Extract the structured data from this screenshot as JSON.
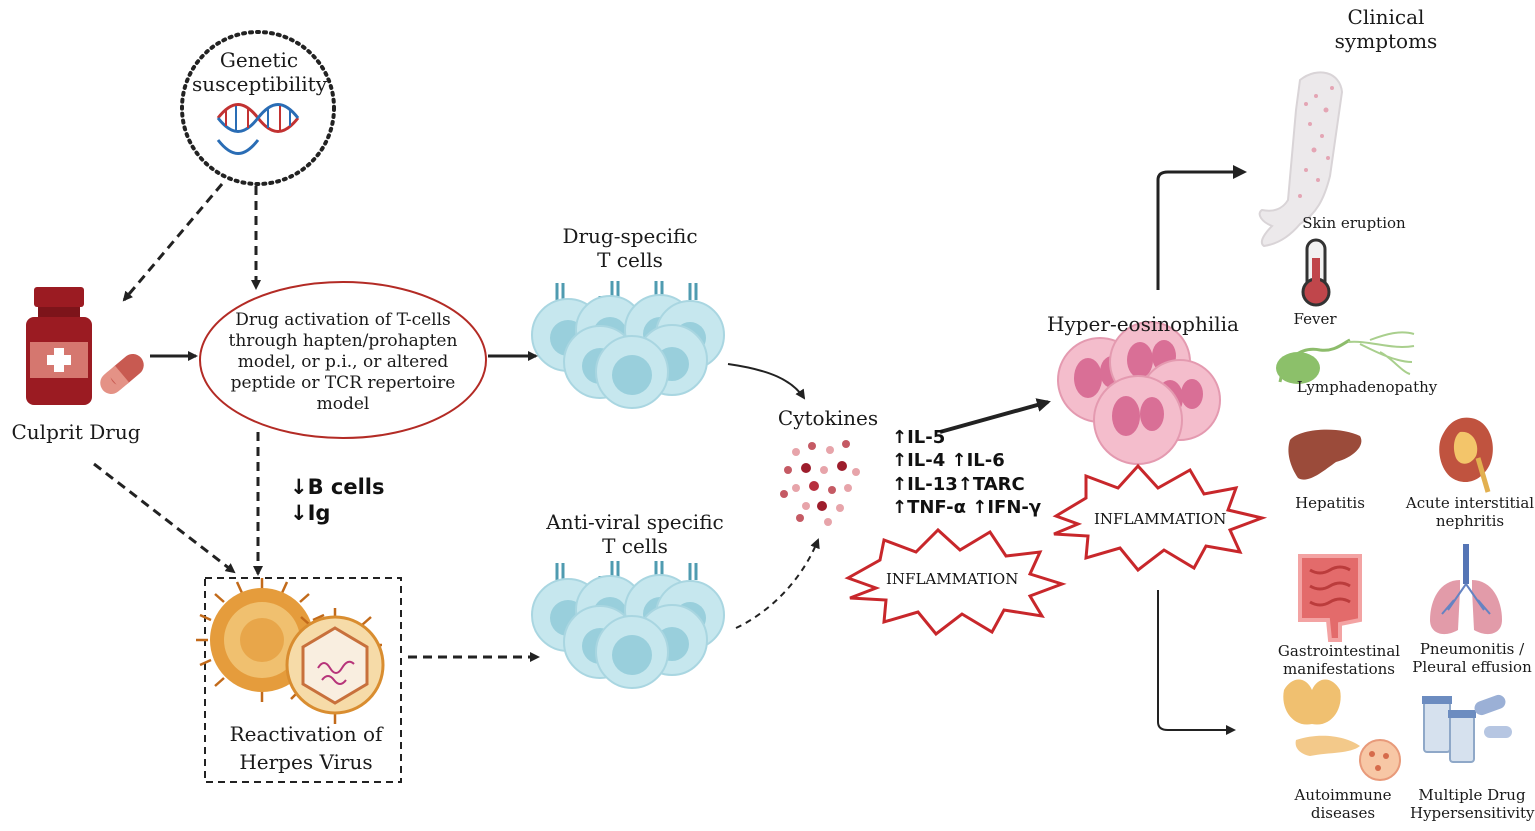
{
  "genetic": {
    "label": "Genetic susceptibility",
    "line1": "Genetic",
    "line2": "susceptibility"
  },
  "culprit": {
    "label": "Culprit Drug"
  },
  "activation": {
    "lines": [
      "Drug activation of T-cells",
      "through hapten/prohapten",
      "model, or p.i., or altered",
      "peptide or TCR repertoire",
      "model"
    ]
  },
  "bcells": {
    "line1": "↓B cells",
    "line2": "↓Ig"
  },
  "herpes": {
    "line1": "Reactivation of",
    "line2": "Herpes Virus"
  },
  "drug_tcells": {
    "line1": "Drug-specific",
    "line2": "T cells"
  },
  "antiviral_tcells": {
    "line1": "Anti-viral specific",
    "line2": "T cells"
  },
  "cytokines": {
    "title": "Cytokines",
    "lines": [
      "↑IL-5",
      "↑IL-4 ↑IL-6",
      "↑IL-13↑TARC",
      "↑TNF-α ↑IFN-γ"
    ]
  },
  "inflammation": {
    "label": "INFLAMMATION"
  },
  "eosinophilia": {
    "label": "Hyper-eosinophilia"
  },
  "clinical": {
    "title_line1": "Clinical",
    "title_line2": "symptoms",
    "skin": "Skin eruption",
    "fever": "Fever",
    "lymph": "Lymphadenopathy",
    "hepatitis": "Hepatitis",
    "nephritis_line1": "Acute interstitial",
    "nephritis_line2": "nephritis",
    "gi_line1": "Gastrointestinal",
    "gi_line2": "manifestations",
    "pneum_line1": "Pneumonitis /",
    "pneum_line2": "Pleural effusion",
    "autoimmune_line1": "Autoimmune",
    "autoimmune_line2": "diseases",
    "mdh_line1": "Multiple Drug",
    "mdh_line2": "Hypersensitivity"
  },
  "colors": {
    "arrow": "#222222",
    "drug_red": "#9b1b22",
    "ellipse_border": "#b32b25",
    "cell_fill": "#bde2ea",
    "cell_nucleus": "#8fcad8",
    "eos_fill": "#f2b8c9",
    "eos_nucleus": "#d76d93",
    "virus": "#d9862b",
    "starburst": "#c8272b"
  }
}
